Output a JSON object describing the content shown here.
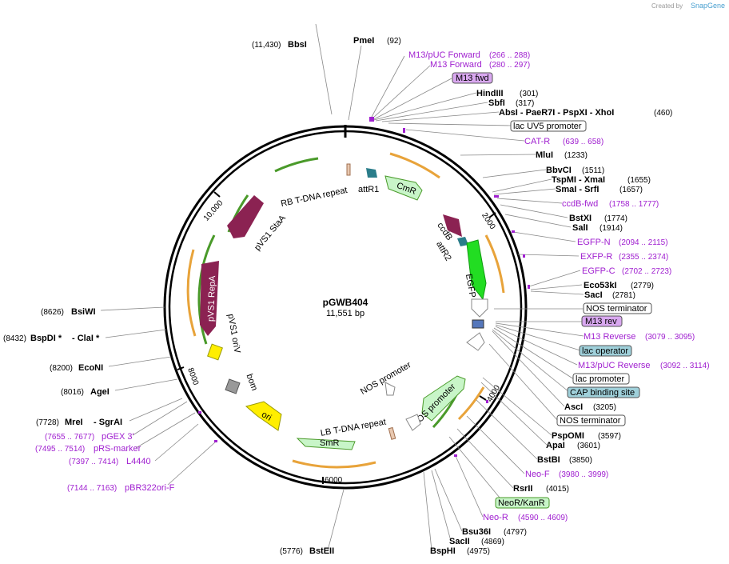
{
  "credit": {
    "text": "Created by",
    "brand": "SnapGene"
  },
  "plasmid": {
    "name": "pGWB404",
    "length": "11,551 bp"
  },
  "ticks": [
    "2000",
    "4000",
    "6000",
    "8000",
    "10,000"
  ],
  "features_inner": {
    "rb": "RB T-DNA repeat",
    "attr1": "attR1",
    "cmr": "CmR",
    "ccdb": "ccdB",
    "attr2": "attR2",
    "egfp": "EGFP",
    "pvs1sta": "pVS1 StaA",
    "pvs1repa": "pVS1 RepA",
    "pvs1oriv": "pVS1 oriV",
    "bom": "bom",
    "ori": "ori",
    "smr": "SmR",
    "lb": "LB T-DNA repeat",
    "nos1": "NOS promoter",
    "nos2": "NOS promoter"
  },
  "left_labels": {
    "bsai": {
      "pos": "(11,430)",
      "name": "BbsI"
    },
    "pmei": {
      "name": "PmeI",
      "pos": "(92)"
    },
    "bsiwi": {
      "pos": "(8626)",
      "name": "BsiWI"
    },
    "bspdi": {
      "pos": "(8432)",
      "name": "BspDI *",
      "extra": "ClaI *"
    },
    "econi": {
      "pos": "(8200)",
      "name": "EcoNI"
    },
    "agei": {
      "pos": "(8016)",
      "name": "AgeI"
    },
    "mrei": {
      "pos": "(7728)",
      "name": "MreI",
      "extra": "SgrAI"
    },
    "pgex": {
      "pos": "(7655 .. 7677)",
      "name": "pGEX 3'"
    },
    "prs": {
      "pos": "(7495 .. 7514)",
      "name": "pRS-marker"
    },
    "l4440": {
      "pos": "(7397 .. 7414)",
      "name": "L4440"
    },
    "pbr": {
      "pos": "(7144 .. 7163)",
      "name": "pBR322ori-F"
    },
    "bsteii": {
      "pos": "(5776)",
      "name": "BstEII"
    }
  },
  "right_labels": {
    "m13puc": {
      "name": "M13/pUC Forward",
      "pos": "(266 .. 288)"
    },
    "m13f": {
      "name": "M13 Forward",
      "pos": "(280 .. 297)"
    },
    "m13fwd": {
      "name": "M13 fwd"
    },
    "hindiii": {
      "name": "HindIII",
      "pos": "(301)"
    },
    "sbfi": {
      "name": "SbfI",
      "pos": "(317)"
    },
    "absi": {
      "name": "AbsI",
      "b": "PaeR7I",
      "c": "PspXI",
      "d": "XhoI",
      "pos": "(460)"
    },
    "lacuv5": {
      "name": "lac UV5 promoter"
    },
    "catr": {
      "name": "CAT-R",
      "pos": "(639 .. 658)"
    },
    "mlui": {
      "name": "MluI",
      "pos": "(1233)"
    },
    "bbvci": {
      "name": "BbvCI",
      "pos": "(1511)"
    },
    "tspmi": {
      "name": "TspMI",
      "b": "XmaI",
      "pos": "(1655)"
    },
    "smai": {
      "name": "SmaI",
      "b": "SrfI",
      "pos": "(1657)"
    },
    "ccdbfwd": {
      "name": "ccdB-fwd",
      "pos": "(1758 .. 1777)"
    },
    "bstxi": {
      "name": "BstXI",
      "pos": "(1774)"
    },
    "sali": {
      "name": "SalI",
      "pos": "(1914)"
    },
    "egfpn": {
      "name": "EGFP-N",
      "pos": "(2094 .. 2115)"
    },
    "exfpr": {
      "name": "EXFP-R",
      "pos": "(2355 .. 2374)"
    },
    "egfpc": {
      "name": "EGFP-C",
      "pos": "(2702 .. 2723)"
    },
    "eco53ki": {
      "name": "Eco53kI",
      "pos": "(2779)"
    },
    "saci": {
      "name": "SacI",
      "pos": "(2781)"
    },
    "nosterm1": {
      "name": "NOS terminator"
    },
    "m13rev": {
      "name": "M13 rev"
    },
    "m13reverse": {
      "name": "M13 Reverse",
      "pos": "(3079 .. 3095)"
    },
    "lacop": {
      "name": "lac operator"
    },
    "m13pucrev": {
      "name": "M13/pUC Reverse",
      "pos": "(3092 .. 3114)"
    },
    "lacprom": {
      "name": "lac promoter"
    },
    "cap": {
      "name": "CAP binding site"
    },
    "asci": {
      "name": "AscI",
      "pos": "(3205)"
    },
    "nosterm2": {
      "name": "NOS terminator"
    },
    "pspomi": {
      "name": "PspOMI",
      "pos": "(3597)"
    },
    "apai": {
      "name": "ApaI",
      "pos": "(3601)"
    },
    "bstbi": {
      "name": "BstBI",
      "pos": "(3850)"
    },
    "neof": {
      "name": "Neo-F",
      "pos": "(3980 .. 3999)"
    },
    "rsrii": {
      "name": "RsrII",
      "pos": "(4015)"
    },
    "neor": {
      "name": "NeoR/KanR"
    },
    "neo_r": {
      "name": "Neo-R",
      "pos": "(4590 .. 4609)"
    },
    "bsu36i": {
      "name": "Bsu36I",
      "pos": "(4797)"
    },
    "sacii": {
      "name": "SacII",
      "pos": "(4869)"
    },
    "bsphi": {
      "name": "BspHI",
      "pos": "(4975)"
    }
  },
  "colors": {
    "primer": "#a020d0",
    "orange": "#e8a33a",
    "green": "#4a9a2a",
    "maroon": "#8b2252",
    "teal": "#2a7d8a",
    "lightgreen": "#c8f5c8",
    "yellow": "#ffee00",
    "gray": "#999999",
    "lacblue": "#9fd0da",
    "purplebox": "#d9a8f0",
    "neorbg": "#c8f5c8"
  }
}
